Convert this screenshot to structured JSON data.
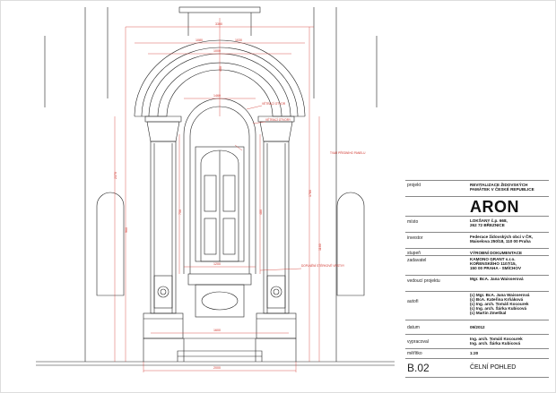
{
  "titleblock": {
    "rows": [
      {
        "label": "projekt",
        "value_lines": [
          "REVITALIZACE ŽIDOVSKÝCH",
          "PAMÁTEK V ČESKÉ REPUBLICE"
        ]
      },
      {
        "label": "",
        "value_lines": [
          "ARON"
        ]
      },
      {
        "label": "místo",
        "value_lines": [
          "LOKŠANY č.p. 668,",
          "262 72 BŘEZNICE"
        ]
      },
      {
        "label": "investor",
        "value_lines": [
          "Federace židovských obcí v ČR,",
          "Maiselova 250/18, 110 00 Praha"
        ]
      },
      {
        "label": "stupeň",
        "value_lines": [
          "VÝROBNÍ DOKUMENTACE"
        ]
      },
      {
        "label": "zadavatel",
        "value_lines": [
          "KAMONO GRANT s.r.o.",
          "KOŘENSKÉHO 1107/15,",
          "150 00 PRAHA - SMÍCHOV"
        ]
      },
      {
        "label": "vedoucí projektu",
        "value_lines": [
          "Mgr. BcA. Jana Waisserová"
        ]
      },
      {
        "label": "autoři",
        "value_lines": [
          "(c) Mgr. BcA. Jana Waisserová",
          "(c) BcA. Kateřina Krňáková",
          "(c) Ing. arch. Tomáš Kocourek",
          "(c) Ing. arch. Šárka Kubicová",
          "(c) Martin Zmeškal"
        ]
      },
      {
        "label": "datum",
        "value_lines": [
          "09/2012"
        ]
      },
      {
        "label": "vypracoval",
        "value_lines": [
          "Ing. arch. Tomáš Kocourek",
          "Ing. arch. Šárka Kubicová"
        ]
      },
      {
        "label": "měřítko",
        "value_lines": [
          "1:20"
        ]
      },
      {
        "label": "",
        "value_lines": [
          "B.02",
          "ČELNÍ POHLED"
        ]
      }
    ]
  },
  "drawing": {
    "line_color": "#222222",
    "dimension_color": "#d0342c",
    "dimension_labels": [
      "3300",
      "1080",
      "1030",
      "1000",
      "1460",
      "1200",
      "1600",
      "2000",
      "2370",
      "960",
      "750",
      "480",
      "1780",
      "1160",
      "450"
    ],
    "annotations": [
      "VÉTRACÍ OTVOR",
      "TVAR PŘEDNÍHO PANELU",
      "VÉTRACÍ OTVORY",
      "DOPLNĚNÍ STÉRKOVÉ VRSTVY"
    ]
  }
}
